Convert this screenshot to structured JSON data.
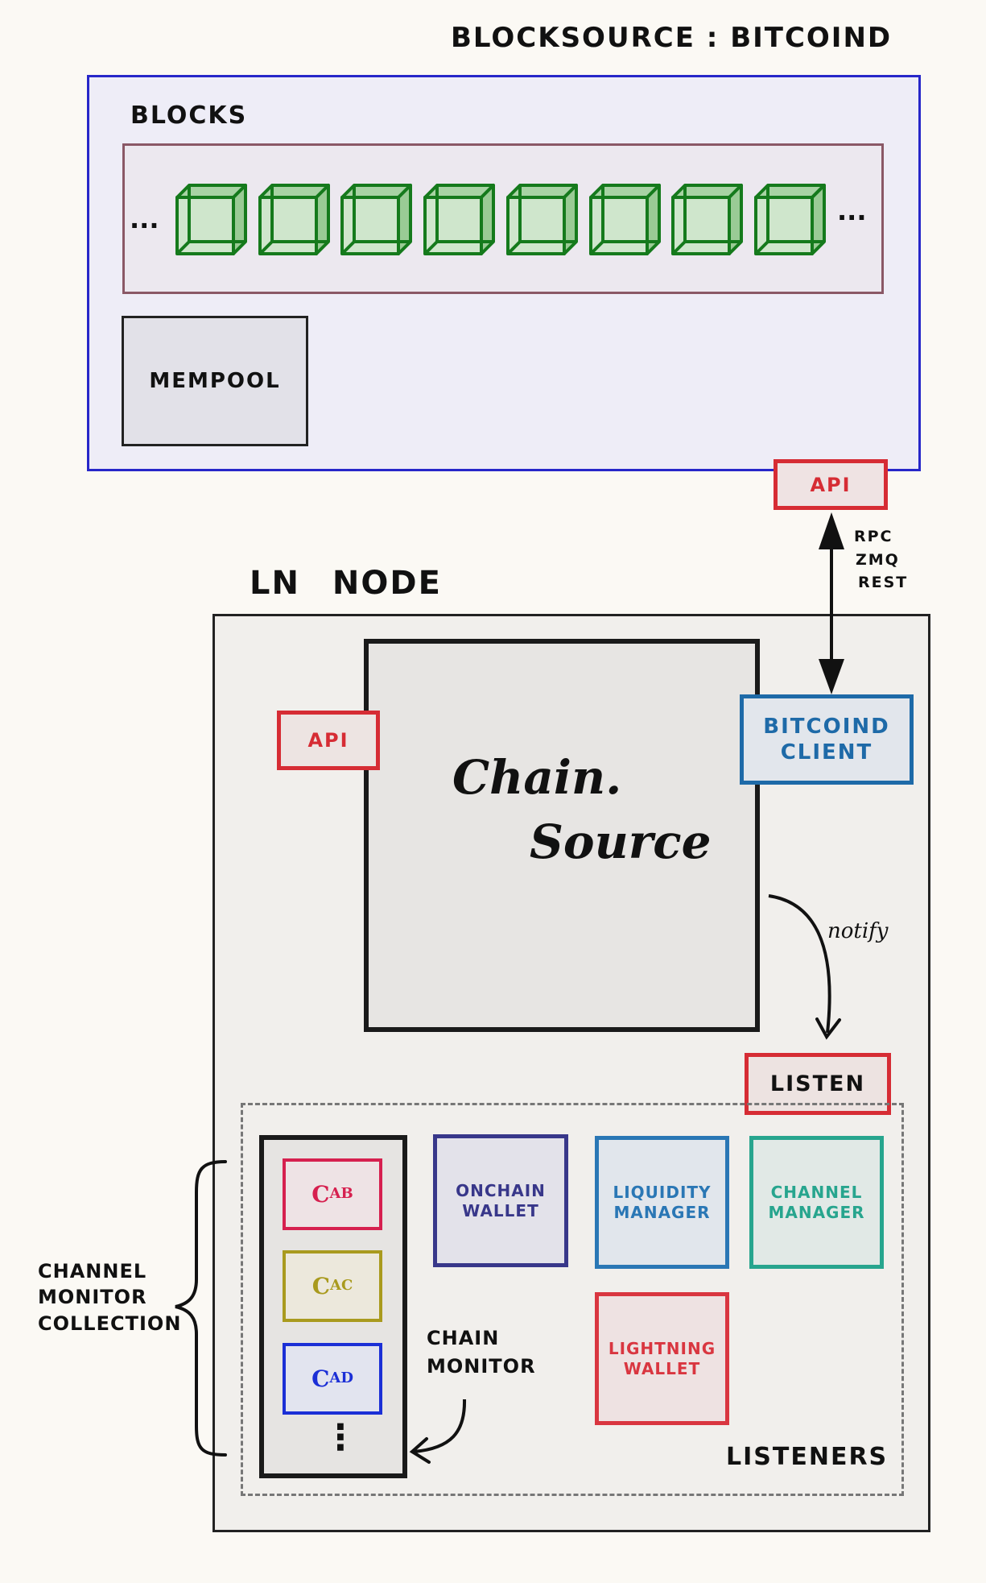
{
  "blocksource": {
    "title": "BLOCKSOURCE : BITCOIND",
    "blocks_label": "BLOCKS",
    "ellipsis_left": "...",
    "ellipsis_right": "...",
    "mempool_label": "MEMPOOL",
    "api_label": "API"
  },
  "connection": {
    "protocols": [
      "RPC",
      "ZMQ",
      "REST"
    ]
  },
  "ln_node": {
    "title": "LN NODE",
    "api_label": "API",
    "chain_source_line1": "Chain.",
    "chain_source_line2": "Source",
    "bitcoind_client_line1": "BITCOIND",
    "bitcoind_client_line2": "CLIENT",
    "notify_label": "notify",
    "listen_label": "LISTEN",
    "listeners_label": "LISTENERS",
    "channel_monitor_collection": [
      "CHANNEL",
      "MONITOR",
      "COLLECTION"
    ],
    "chain_monitor": [
      "CHAIN",
      "MONITOR"
    ],
    "monitors": [
      {
        "base": "C",
        "sub": "AB",
        "color": "#d6204f"
      },
      {
        "base": "C",
        "sub": "AC",
        "color": "#a99a1e"
      },
      {
        "base": "C",
        "sub": "AD",
        "color": "#1b2fd6"
      }
    ],
    "monitor_more": "⋮",
    "onchain_wallet": [
      "ONCHAIN",
      "WALLET"
    ],
    "liquidity_manager": [
      "LIQUIDITY",
      "MANAGER"
    ],
    "channel_manager": [
      "CHANNEL",
      "MANAGER"
    ],
    "lightning_wallet": [
      "LIGHTNING",
      "WALLET"
    ]
  },
  "colors": {
    "blocksource_border": "#2727c9",
    "blocks_border": "#8a5866",
    "block_green": "#157a1c",
    "api_red": "#d62c34",
    "client_blue": "#1e6aa8",
    "onchain_navy": "#38378a",
    "liquidity_blue": "#2a77b5",
    "channel_teal": "#27a58e",
    "lightning_red": "#d93640"
  }
}
